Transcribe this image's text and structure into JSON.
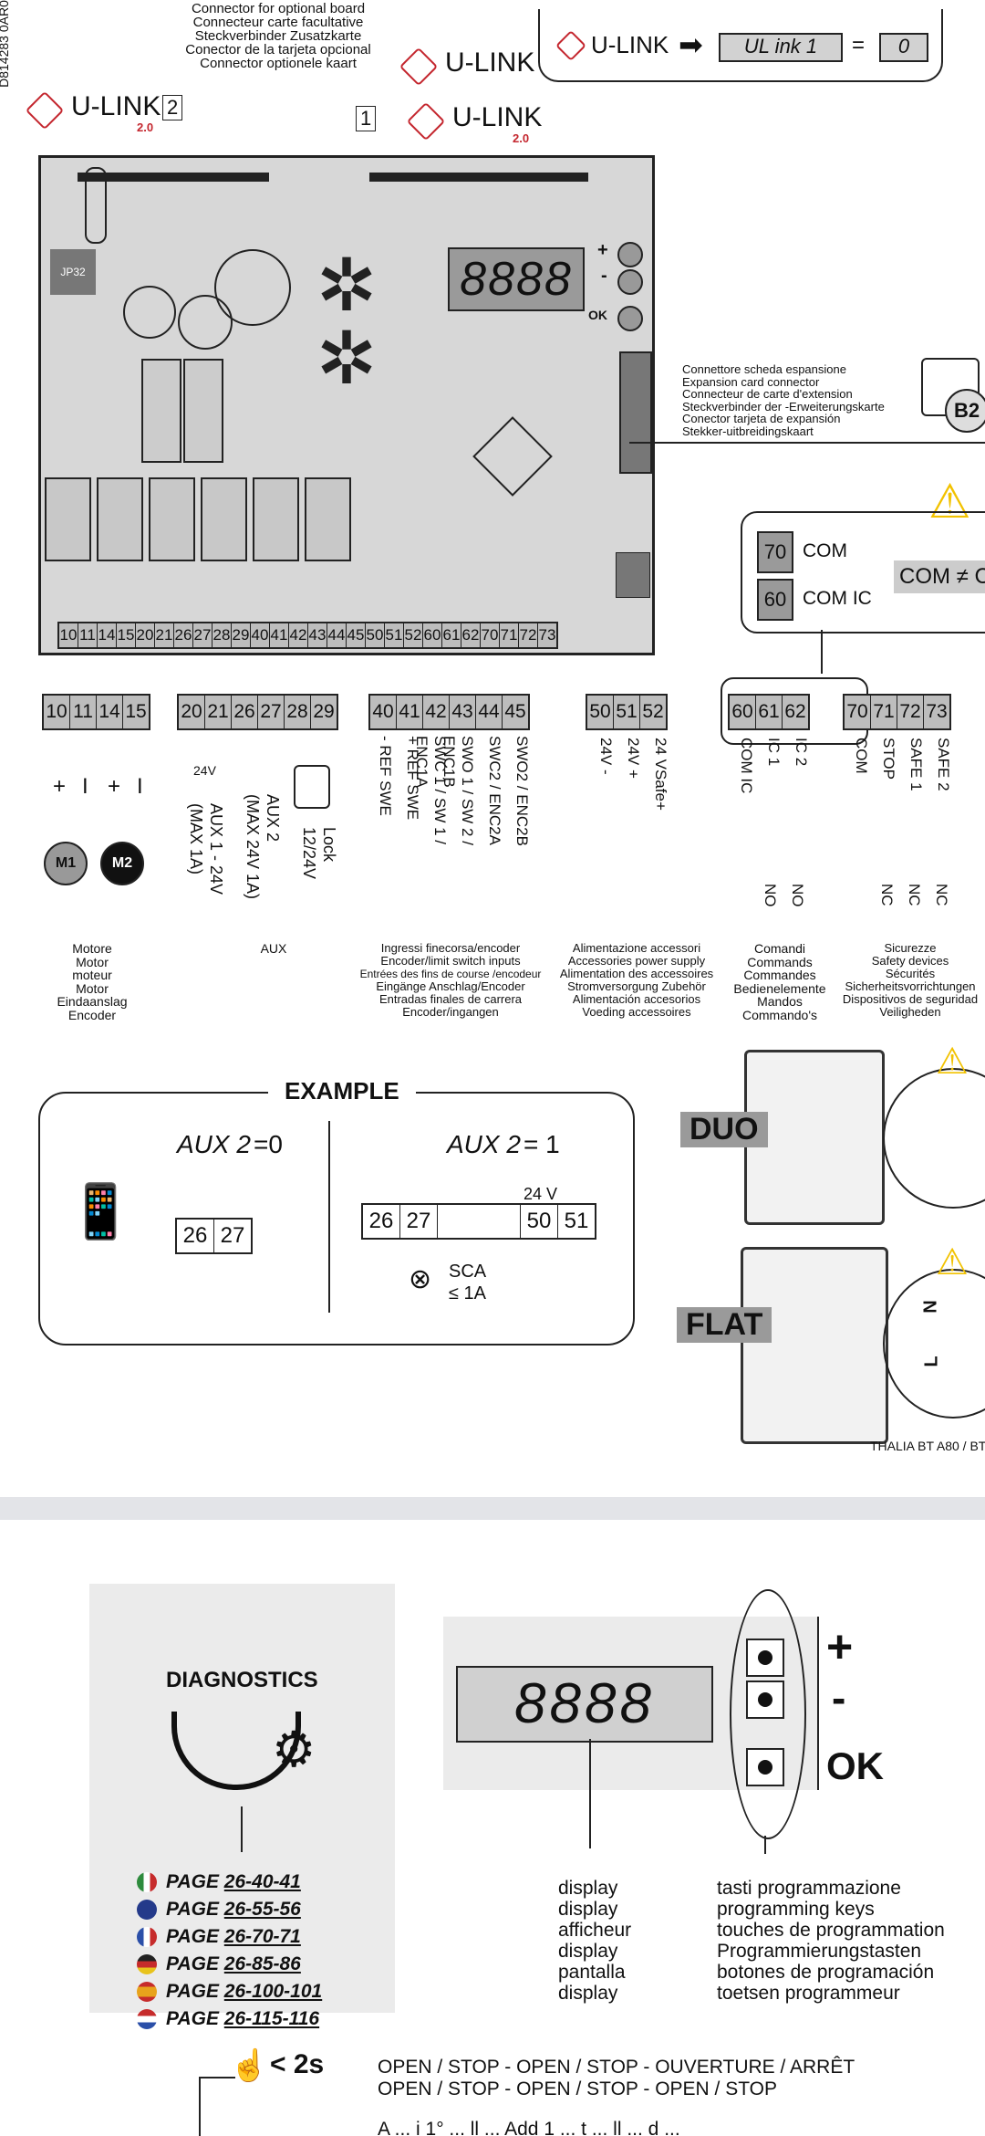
{
  "doc_code": "D814283 0AR0",
  "top_connector_labels": [
    "Connector for optional board",
    "Connecteur carte facultative",
    "Steckverbinder Zusatzkarte",
    "Conector de la tarjeta opcional",
    "Connector optionele kaart"
  ],
  "ulink": {
    "brand": "U-LINK",
    "version": "2.0",
    "conn2": "2",
    "conn1": "1"
  },
  "ulink_setting": {
    "display": "UL ink 1",
    "equals": "=",
    "value": "0"
  },
  "board": {
    "display": "8888",
    "buttons": [
      "+",
      "-",
      "OK"
    ],
    "jumper": "JP32",
    "terminals": [
      "10",
      "11",
      "14",
      "15",
      "20",
      "21",
      "26",
      "27",
      "28",
      "29",
      "40",
      "41",
      "42",
      "43",
      "44",
      "45",
      "50",
      "51",
      "52",
      "60",
      "61",
      "62",
      "70",
      "71",
      "72",
      "73"
    ]
  },
  "expansion_labels": [
    "Connettore scheda espansione",
    "Expansion card connector",
    "Connecteur de carte d'extension",
    "Steckverbinder der -Erweiterungskarte",
    "Conector tarjeta de expansión",
    "Stekker-uitbreidingskaart"
  ],
  "expansion_ref": "B2",
  "com_box": {
    "t70": "70",
    "com": "COM",
    "t60": "60",
    "comic": "COM IC",
    "note": "COM ≠ CO"
  },
  "terminal_groups": {
    "motor": {
      "terminals": [
        "10",
        "11",
        "14",
        "15"
      ],
      "signs": [
        "+",
        "I",
        "+",
        "I"
      ],
      "m1": "M1",
      "m2": "M2",
      "labels": [
        "Motore",
        "Motor",
        "moteur",
        "Motor",
        "Eindaanslag",
        "Encoder"
      ]
    },
    "aux": {
      "terminals": [
        "20",
        "21",
        "26",
        "27",
        "28",
        "29"
      ],
      "v24": "24V",
      "aux1": "AUX 1 - 24V",
      "aux1b": "(MAX 1A)",
      "aux2": "AUX 2",
      "aux2b": "(MAX 24V 1A)",
      "lock": "Lock",
      "lockv": "12/24V",
      "labels": [
        "AUX"
      ]
    },
    "encoder": {
      "terminals": [
        "40",
        "41",
        "42",
        "43",
        "44",
        "45"
      ],
      "lines": [
        "- REF SWE",
        "+ REF SWE",
        "SWC 1 / SW 1 / ENC1A",
        "SWO 1 / SW 2 / ENC1B",
        "SWC2 / ENC2A",
        "SWO2 / ENC2B"
      ],
      "labels": [
        "Ingressi finecorsa/encoder",
        "Encoder/limit switch inputs",
        "Entrées des fins de course /encodeur",
        "Eingänge Anschlag/Encoder",
        "Entradas finales de carrera",
        "Encoder/ingangen"
      ]
    },
    "power": {
      "terminals": [
        "50",
        "51",
        "52"
      ],
      "lines": [
        "24V -",
        "24V +",
        "24 VSafe+"
      ],
      "labels": [
        "Alimentazione accessori",
        "Accessories power supply",
        "Alimentation des accessoires",
        "Stromversorgung Zubehör",
        "Alimentación accesorios",
        "Voeding accessoires"
      ]
    },
    "commands": {
      "terminals": [
        "60",
        "61",
        "62"
      ],
      "lines": [
        "COM IC",
        "IC 1",
        "IC 2"
      ],
      "no": "NO",
      "labels": [
        "Comandi",
        "Commands",
        "Commandes",
        "Bedienelemente",
        "Mandos",
        "Commando's"
      ]
    },
    "safety": {
      "terminals": [
        "70",
        "71",
        "72",
        "73"
      ],
      "lines": [
        "COM",
        "STOP",
        "SAFE 1",
        "SAFE 2"
      ],
      "nc": "NC",
      "labels": [
        "Sicurezze",
        "Safety devices",
        "Sécurités",
        "Sicherheitsvorrichtungen",
        "Dispositivos de seguridad",
        "Veiligheden"
      ]
    }
  },
  "example": {
    "title": "EXAMPLE",
    "left_display": "AUX 2",
    "left_value": "=0",
    "right_display": "AUX 2",
    "right_value": "= 1",
    "left_terms": [
      "26",
      "27"
    ],
    "right_terms": [
      "26",
      "27",
      "50",
      "51"
    ],
    "v24": "24 V",
    "sca": "SCA",
    "sca_limit": "≤ 1A"
  },
  "models": {
    "duo": "DUO",
    "flat": "FLAT",
    "n": "N",
    "l": "L"
  },
  "footer_model": "THALIA BT A80 / BT",
  "diagnostics": {
    "title": "DIAGNOSTICS",
    "pages": [
      {
        "prefix": "PAGE ",
        "ref": "26-40-41"
      },
      {
        "prefix": "PAGE ",
        "ref": "26-55-56"
      },
      {
        "prefix": "PAGE ",
        "ref": "26-70-71"
      },
      {
        "prefix": "PAGE ",
        "ref": "26-85-86"
      },
      {
        "prefix": "PAGE ",
        "ref": "26-100-101"
      },
      {
        "prefix": "PAGE ",
        "ref": "26-115-116"
      }
    ],
    "flag_colors": [
      "#2e8b3d",
      "#243a8a",
      "#2b4fa8",
      "#222222",
      "#e8a31c",
      "#c62b2b"
    ]
  },
  "keypad": {
    "display": "8888",
    "plus": "+",
    "minus": "-",
    "ok": "OK",
    "display_labels": [
      "display",
      "display",
      "afficheur",
      "display",
      "pantalla",
      "display"
    ],
    "keys_labels": [
      "tasti programmazione",
      "programming keys",
      "touches de programmation",
      "Programmierungstasten",
      "botones de programación",
      "toetsen programmeur"
    ]
  },
  "bottom": {
    "time": "< 2s",
    "line1": "OPEN / STOP - OPEN / STOP - OUVERTURE / ARRÊT",
    "line2": "OPEN / STOP - OPEN / STOP - OPEN / STOP",
    "line3": "A ... i 1° ... ll ... Add 1 ... t ... ll ... d ..."
  }
}
